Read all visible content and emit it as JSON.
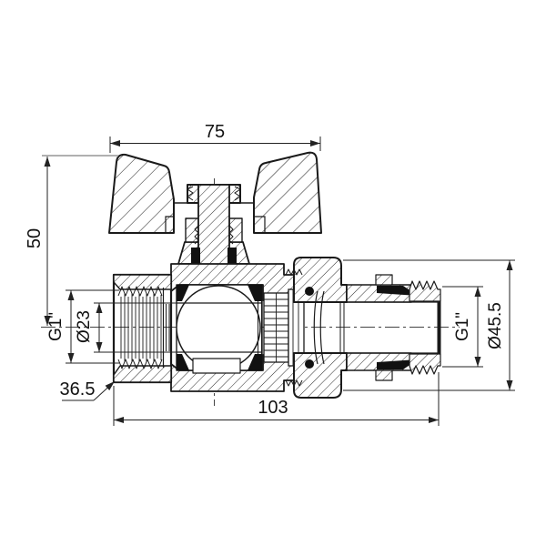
{
  "labels": {
    "handle_width": "75",
    "height_to_handle": "50",
    "inlet_thread": "G1\"",
    "inlet_bore": "Ø23",
    "nut_size": "36.5",
    "total_length": "103",
    "outlet_thread": "G1\"",
    "union_nut_diameter": "Ø45.5"
  },
  "colors": {
    "ink": "#1a1a1a",
    "background": "#ffffff",
    "extension_gray": "#b0b0b0"
  }
}
